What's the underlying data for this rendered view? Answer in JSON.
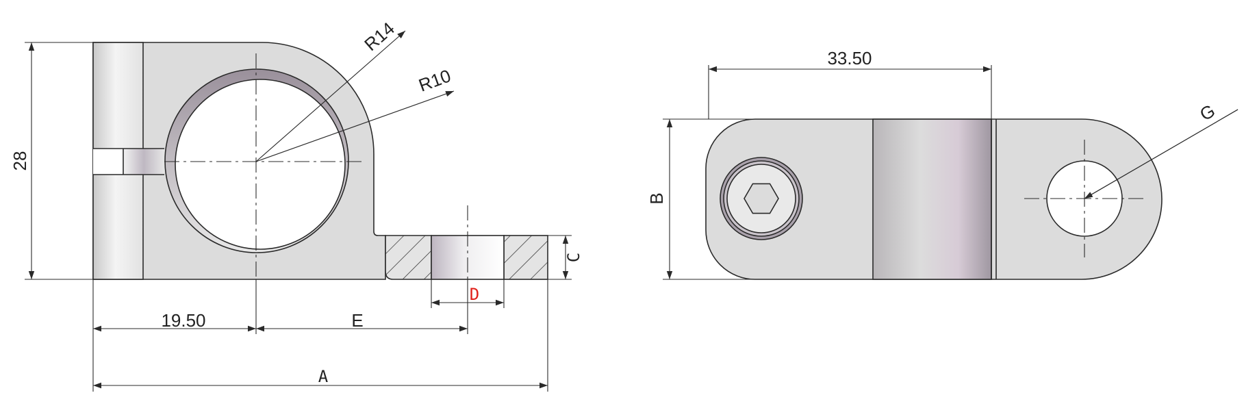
{
  "labels": {
    "dim_28": "28",
    "dim_r14": "R14",
    "dim_r10": "R10",
    "dim_19_50": "19.50",
    "dim_e": "E",
    "dim_a": "A",
    "dim_c": "C",
    "dim_d": "D",
    "dim_33_50": "33.50",
    "dim_b": "B",
    "dim_g": "G"
  },
  "colors": {
    "line": "#2a2a2a",
    "body_fill": "#dcdcdc",
    "highlight_dim": "#e0201a"
  }
}
